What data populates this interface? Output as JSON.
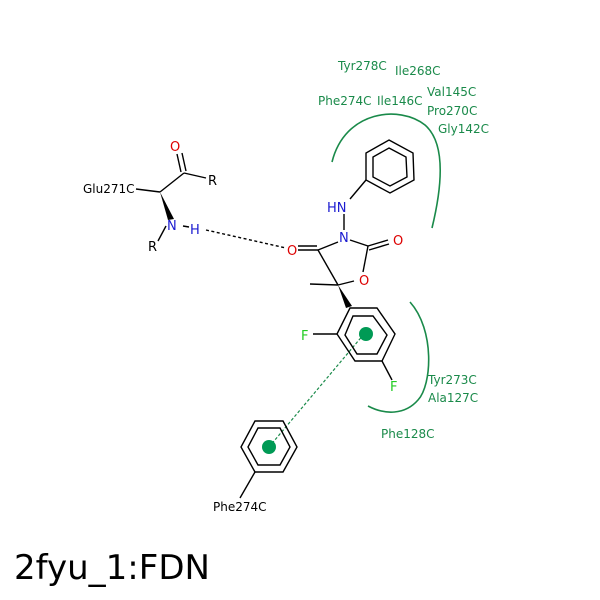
{
  "title": "2fyu_1:FDN",
  "residues": {
    "tyr278": "Tyr278C",
    "ile268": "Ile268C",
    "val145": "Val145C",
    "phe274_top": "Phe274C",
    "ile146": "Ile146C",
    "pro270": "Pro270C",
    "gly142": "Gly142C",
    "glu271": "Glu271C",
    "tyr273": "Tyr273C",
    "ala127": "Ala127C",
    "phe128": "Phe128C",
    "phe274_bottom": "Phe274C"
  },
  "atoms": {
    "o_carbonyl_top": "O",
    "r_top": "R",
    "n_amide": "N",
    "h_amide": "H",
    "r_left": "R",
    "hn": "HN",
    "n_ring": "N",
    "o_ring_right": "O",
    "o_ring_left": "O",
    "o_ring": "O",
    "f_left": "F",
    "f_bottom": "F"
  },
  "colors": {
    "residue": "#1a8a4a",
    "oxygen": "#dd0000",
    "nitrogen": "#1a1ad0",
    "fluorine": "#22cc22",
    "centroid": "#009a55"
  }
}
